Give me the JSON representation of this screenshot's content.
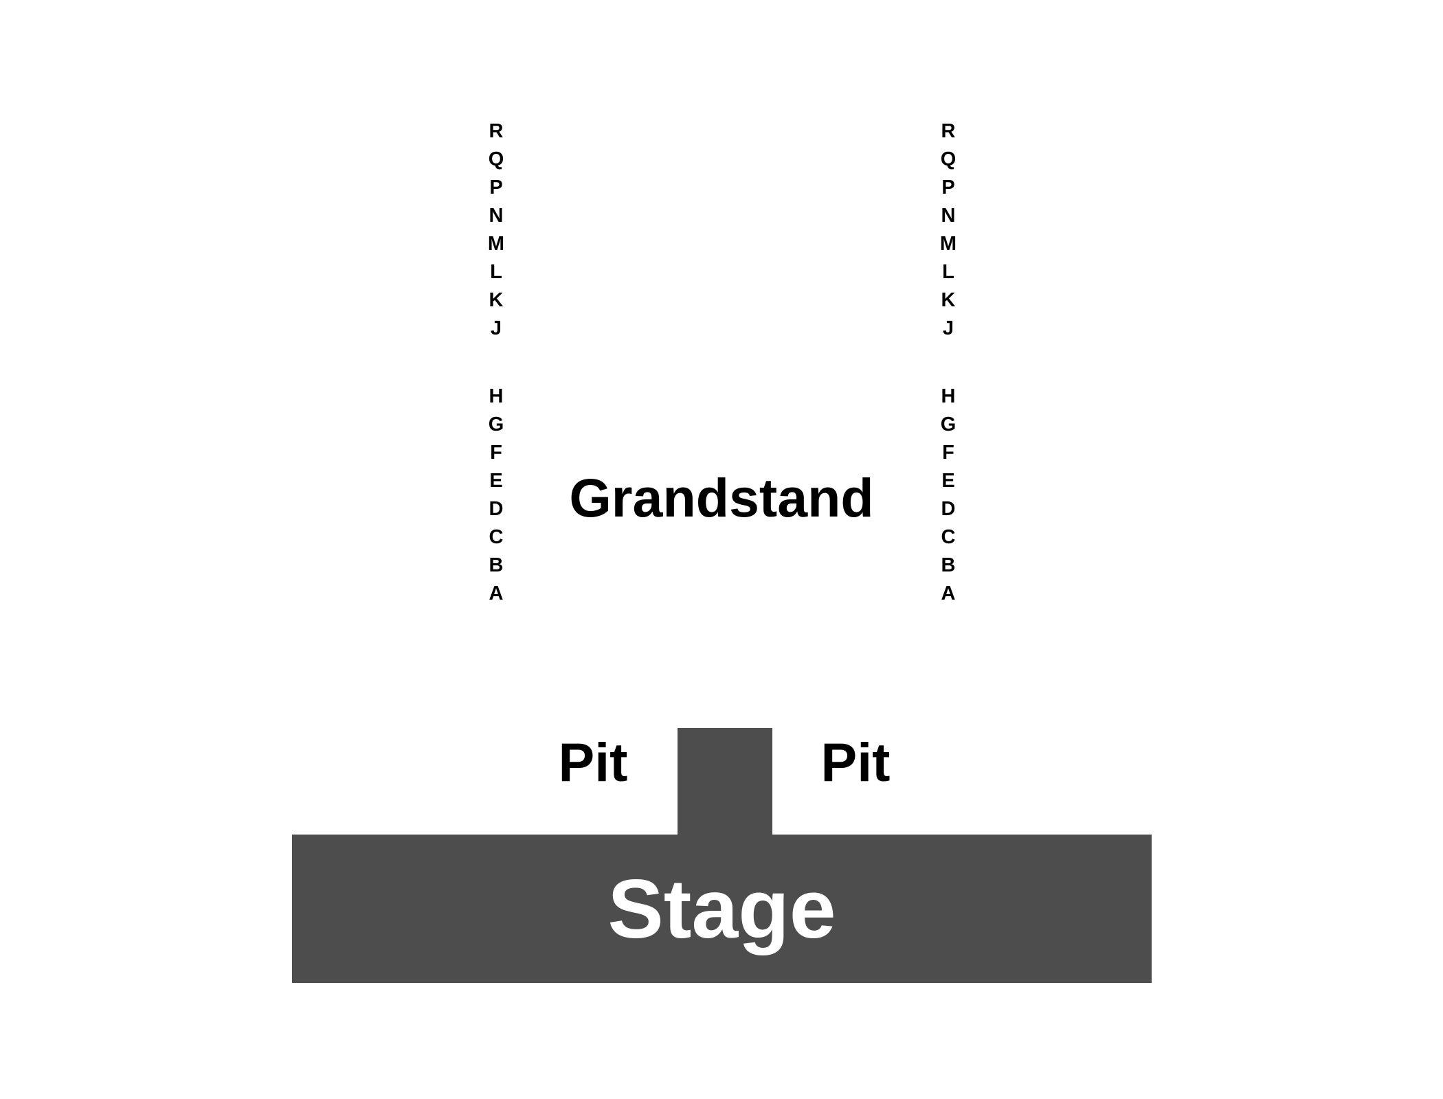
{
  "colors": {
    "background": "#ffffff",
    "stage": "#4d4d4d",
    "text": "#000000",
    "stage_text": "#ffffff"
  },
  "rows_left": {
    "upper": [
      "R",
      "Q",
      "P",
      "N",
      "M",
      "L",
      "K",
      "J"
    ],
    "lower": [
      "H",
      "G",
      "F",
      "E",
      "D",
      "C",
      "B",
      "A"
    ]
  },
  "rows_right": {
    "upper": [
      "R",
      "Q",
      "P",
      "N",
      "M",
      "L",
      "K",
      "J"
    ],
    "lower": [
      "H",
      "G",
      "F",
      "E",
      "D",
      "C",
      "B",
      "A"
    ]
  },
  "sections": {
    "grandstand": "Grandstand",
    "pit_left": "Pit",
    "pit_right": "Pit",
    "stage": "Stage"
  }
}
